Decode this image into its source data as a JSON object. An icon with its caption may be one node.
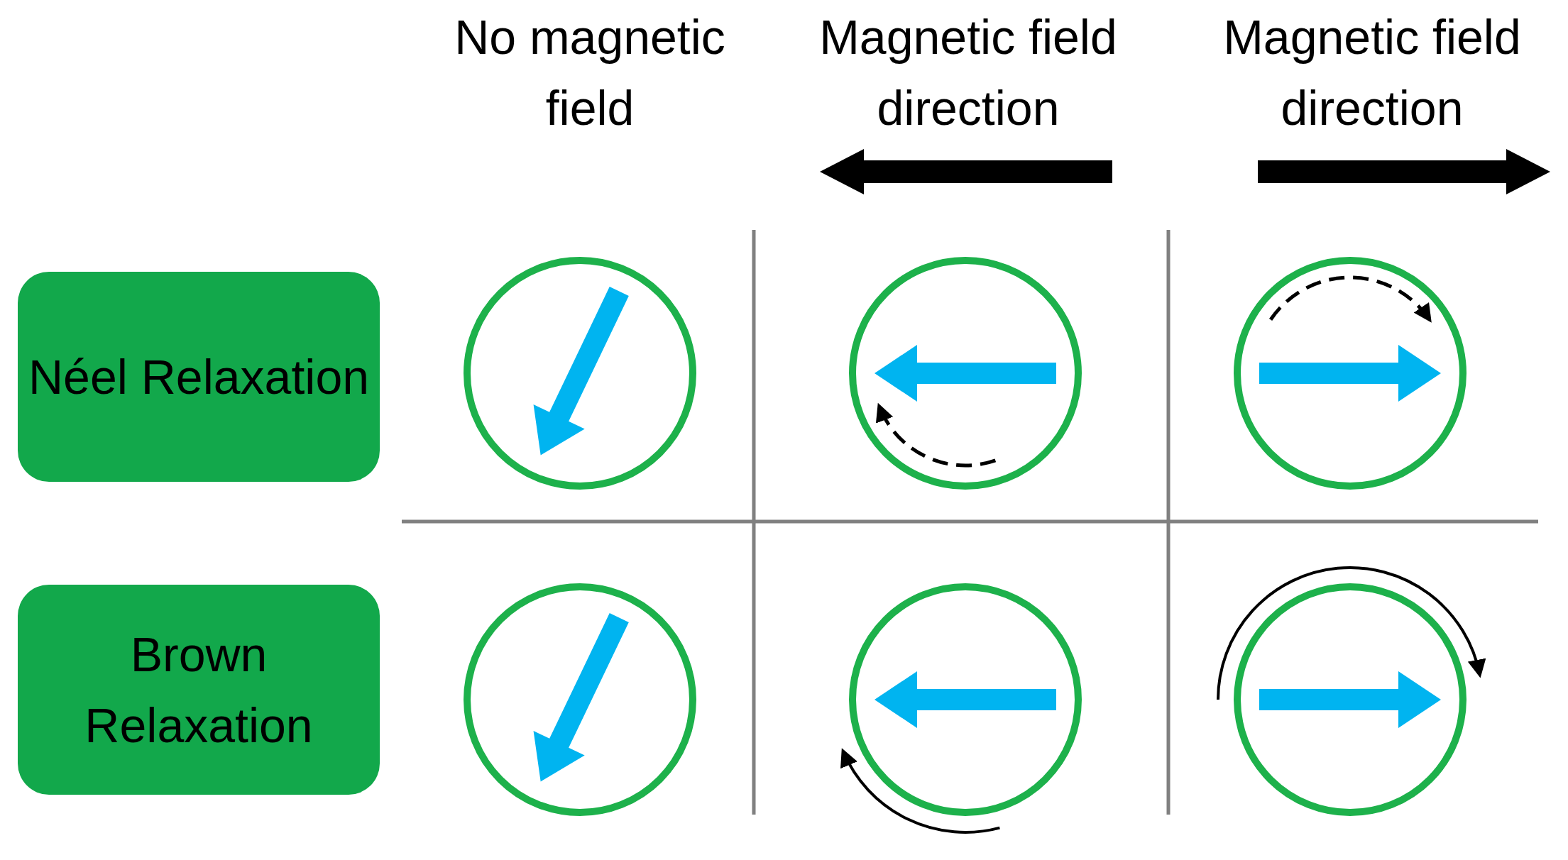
{
  "diagram": {
    "nodes": [
      {
        "text": [
          "Néel Relaxation"
        ]
      },
      {
        "text": [
          "Brown Relaxation"
        ]
      }
    ],
    "labels": [
      "No magnetic field",
      "Magnetic field direction",
      "Magnetic field direction"
    ]
  }
}
